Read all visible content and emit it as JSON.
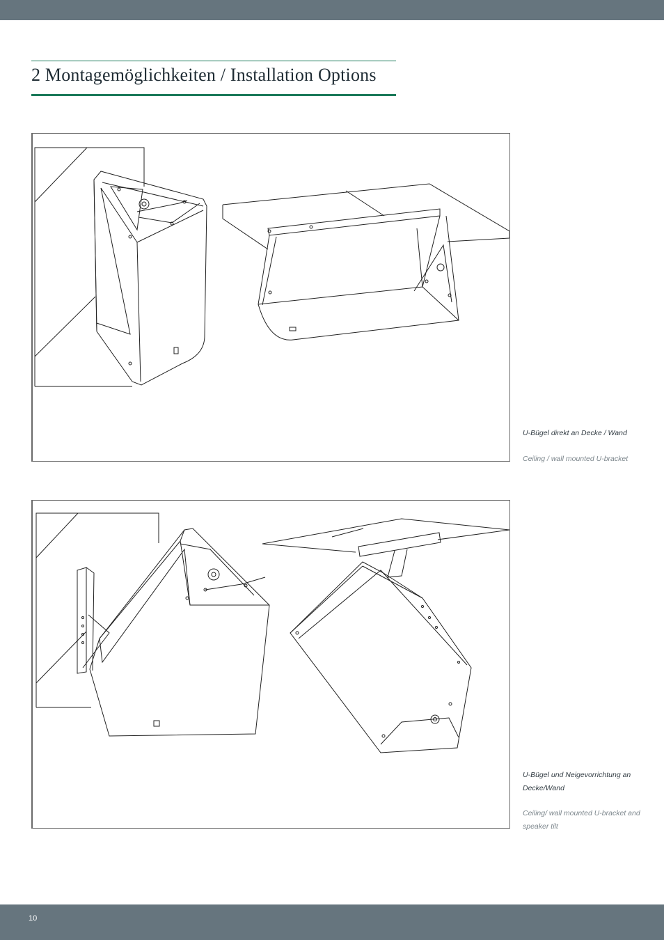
{
  "heading": {
    "title": "2 Montagemöglichkeiten / Installation Options"
  },
  "figures": [
    {
      "caption_de": "U-Bügel direkt an Decke / Wand",
      "caption_en": "Ceiling / wall mounted U-bracket"
    },
    {
      "caption_de": "U-Bügel und Neigevorrichtung an Decke/Wand",
      "caption_en": "Ceiling/ wall mounted U-bracket and speaker tilt"
    }
  ],
  "footer": {
    "page_number": "10"
  },
  "colors": {
    "bar": "#66757e",
    "accent": "#1b7a5a",
    "text": "#1e2b33"
  }
}
